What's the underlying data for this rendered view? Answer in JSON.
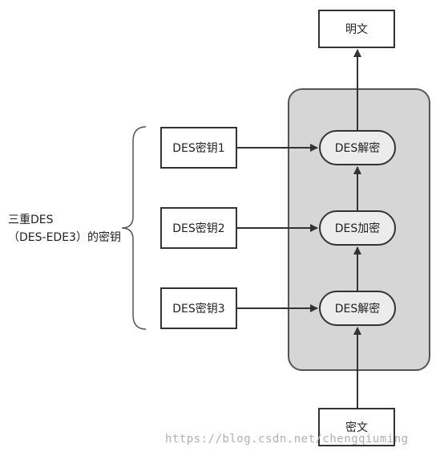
{
  "diagram": {
    "plaintext_label": "明文",
    "ciphertext_label": "密文",
    "keys": [
      "DES密钥1",
      "DES密钥2",
      "DES密钥3"
    ],
    "ops": [
      "DES解密",
      "DES加密",
      "DES解密"
    ],
    "brace_label": {
      "line1": "三重DES",
      "line2": "（DES-EDE3）的密钥"
    }
  },
  "watermark": "https://blog.csdn.net/chengqiuming"
}
